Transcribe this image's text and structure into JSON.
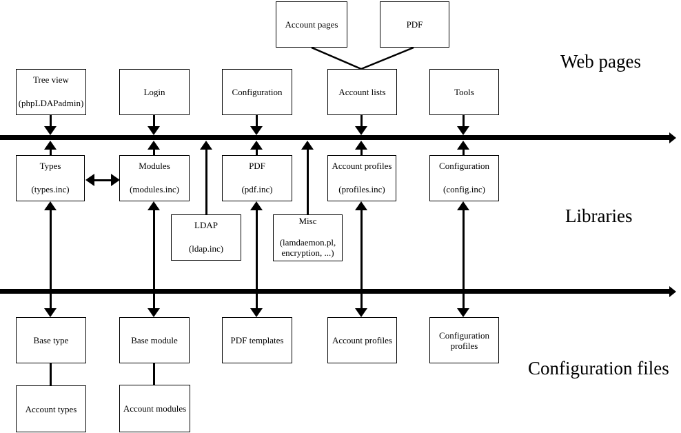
{
  "layer_labels": {
    "web_pages": "Web pages",
    "libraries": "Libraries",
    "configuration_files": "Configuration files"
  },
  "boxes": {
    "account_pages": {
      "label": "Account pages"
    },
    "pdf_top": {
      "label": "PDF"
    },
    "tree_view": {
      "title": "Tree view",
      "subtitle": "(phpLDAPadmin)"
    },
    "login": {
      "label": "Login"
    },
    "configuration_page": {
      "label": "Configuration"
    },
    "account_lists": {
      "label": "Account lists"
    },
    "tools": {
      "label": "Tools"
    },
    "types": {
      "title": "Types",
      "subtitle": "(types.inc)"
    },
    "modules": {
      "title": "Modules",
      "subtitle": "(modules.inc)"
    },
    "pdf_lib": {
      "title": "PDF",
      "subtitle": "(pdf.inc)"
    },
    "account_profiles_lib": {
      "title": "Account profiles",
      "subtitle": "(profiles.inc)"
    },
    "configuration_lib": {
      "title": "Configuration",
      "subtitle": "(config.inc)"
    },
    "ldap": {
      "title": "LDAP",
      "subtitle": "(ldap.inc)"
    },
    "misc": {
      "title": "Misc",
      "subtitle": "(lamdaemon.pl, encryption, ...)"
    },
    "base_type": {
      "label": "Base type"
    },
    "base_module": {
      "label": "Base module"
    },
    "pdf_templates": {
      "label": "PDF templates"
    },
    "account_profiles_file": {
      "label": "Account profiles"
    },
    "configuration_profiles": {
      "label": "Configuration profiles"
    },
    "account_types": {
      "label": "Account types"
    },
    "account_modules": {
      "label": "Account modules"
    }
  },
  "connections": {
    "plain_links": [
      [
        "Account pages",
        "Account lists"
      ],
      [
        "PDF",
        "Account lists"
      ],
      [
        "Base type",
        "Account types"
      ],
      [
        "Base module",
        "Account modules"
      ]
    ],
    "web_to_bus_arrows": [
      "Tree view",
      "Login",
      "Configuration",
      "Account lists",
      "Tools"
    ],
    "library_to_bus_arrows": [
      "Types",
      "Modules",
      "PDF",
      "Account profiles",
      "Configuration",
      "LDAP",
      "Misc"
    ],
    "library_to_config_double_arrows": [
      [
        "Types",
        "Base type"
      ],
      [
        "Modules",
        "Base module"
      ],
      [
        "PDF",
        "PDF templates"
      ],
      [
        "Account profiles",
        "Account profiles"
      ],
      [
        "Configuration",
        "Configuration profiles"
      ]
    ],
    "horizontal_double_arrow": [
      "Types",
      "Modules"
    ]
  }
}
